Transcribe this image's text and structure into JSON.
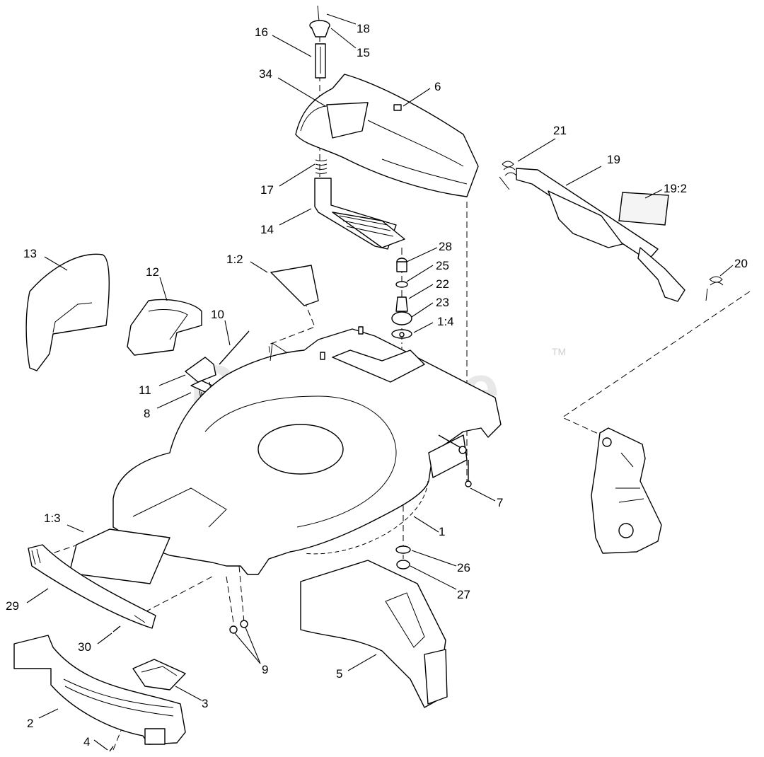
{
  "watermark": {
    "text": "PartsTree",
    "trademark": "TM"
  },
  "callouts": [
    {
      "id": "18",
      "label": "18"
    },
    {
      "id": "15",
      "label": "15"
    },
    {
      "id": "16",
      "label": "16"
    },
    {
      "id": "34",
      "label": "34"
    },
    {
      "id": "6",
      "label": "6"
    },
    {
      "id": "21",
      "label": "21"
    },
    {
      "id": "19",
      "label": "19"
    },
    {
      "id": "19-2",
      "label": "19:2"
    },
    {
      "id": "17",
      "label": "17"
    },
    {
      "id": "14",
      "label": "14"
    },
    {
      "id": "28",
      "label": "28"
    },
    {
      "id": "25",
      "label": "25"
    },
    {
      "id": "22",
      "label": "22"
    },
    {
      "id": "23",
      "label": "23"
    },
    {
      "id": "1-4",
      "label": "1:4"
    },
    {
      "id": "20",
      "label": "20"
    },
    {
      "id": "13",
      "label": "13"
    },
    {
      "id": "12",
      "label": "12"
    },
    {
      "id": "1-2",
      "label": "1:2"
    },
    {
      "id": "10",
      "label": "10"
    },
    {
      "id": "11",
      "label": "11"
    },
    {
      "id": "8",
      "label": "8"
    },
    {
      "id": "7",
      "label": "7"
    },
    {
      "id": "1-3",
      "label": "1:3"
    },
    {
      "id": "1",
      "label": "1"
    },
    {
      "id": "26",
      "label": "26"
    },
    {
      "id": "27",
      "label": "27"
    },
    {
      "id": "29",
      "label": "29"
    },
    {
      "id": "30",
      "label": "30"
    },
    {
      "id": "9",
      "label": "9"
    },
    {
      "id": "5",
      "label": "5"
    },
    {
      "id": "3",
      "label": "3"
    },
    {
      "id": "2",
      "label": "2"
    },
    {
      "id": "4",
      "label": "4"
    }
  ]
}
